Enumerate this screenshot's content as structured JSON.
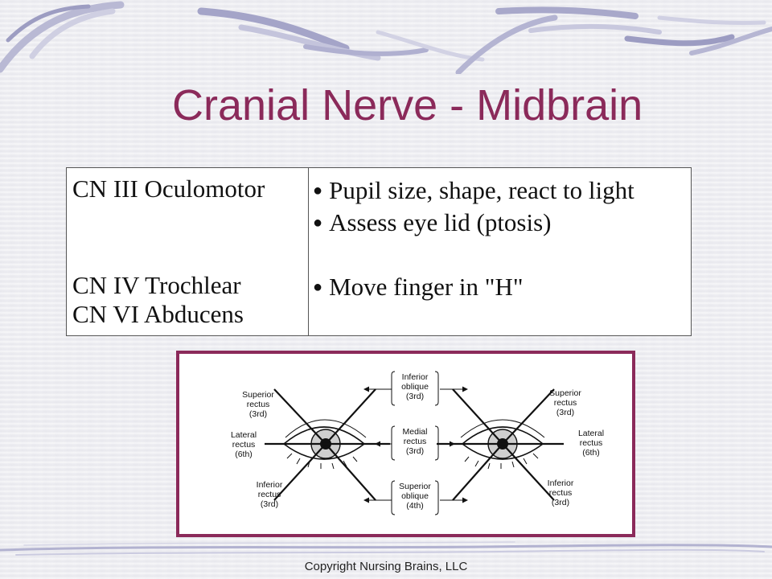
{
  "slide": {
    "title": "Cranial Nerve - Midbrain",
    "accent_color": "#8b2a5a",
    "footer": "Copyright Nursing Brains, LLC"
  },
  "nerve_table": {
    "nerves": [
      "CN III Oculomotor",
      "CN IV Trochlear",
      "CN VI Abducens"
    ],
    "assessments": [
      "Pupil size, shape, react to light",
      "Assess eye lid (ptosis)",
      "Move finger in \"H\""
    ],
    "bullet_glyph": "●"
  },
  "eye_diagram": {
    "labels": {
      "inferior_oblique": [
        "Inferior",
        "oblique",
        "(3rd)"
      ],
      "medial_rectus": [
        "Medial",
        "rectus",
        "(3rd)"
      ],
      "superior_oblique": [
        "Superior",
        "oblique",
        "(4th)"
      ],
      "left_superior_rectus": [
        "Superior",
        "rectus",
        "(3rd)"
      ],
      "left_lateral_rectus": [
        "Lateral",
        "rectus",
        "(6th)"
      ],
      "left_inferior_rectus": [
        "Inferior",
        "rectus",
        "(3rd)"
      ],
      "right_superior_rectus": [
        "Superior",
        "rectus",
        "(3rd)"
      ],
      "right_lateral_rectus": [
        "Lateral",
        "rectus",
        "(6th)"
      ],
      "right_inferior_rectus": [
        "Inferior",
        "rectus",
        "(3rd)"
      ]
    }
  }
}
